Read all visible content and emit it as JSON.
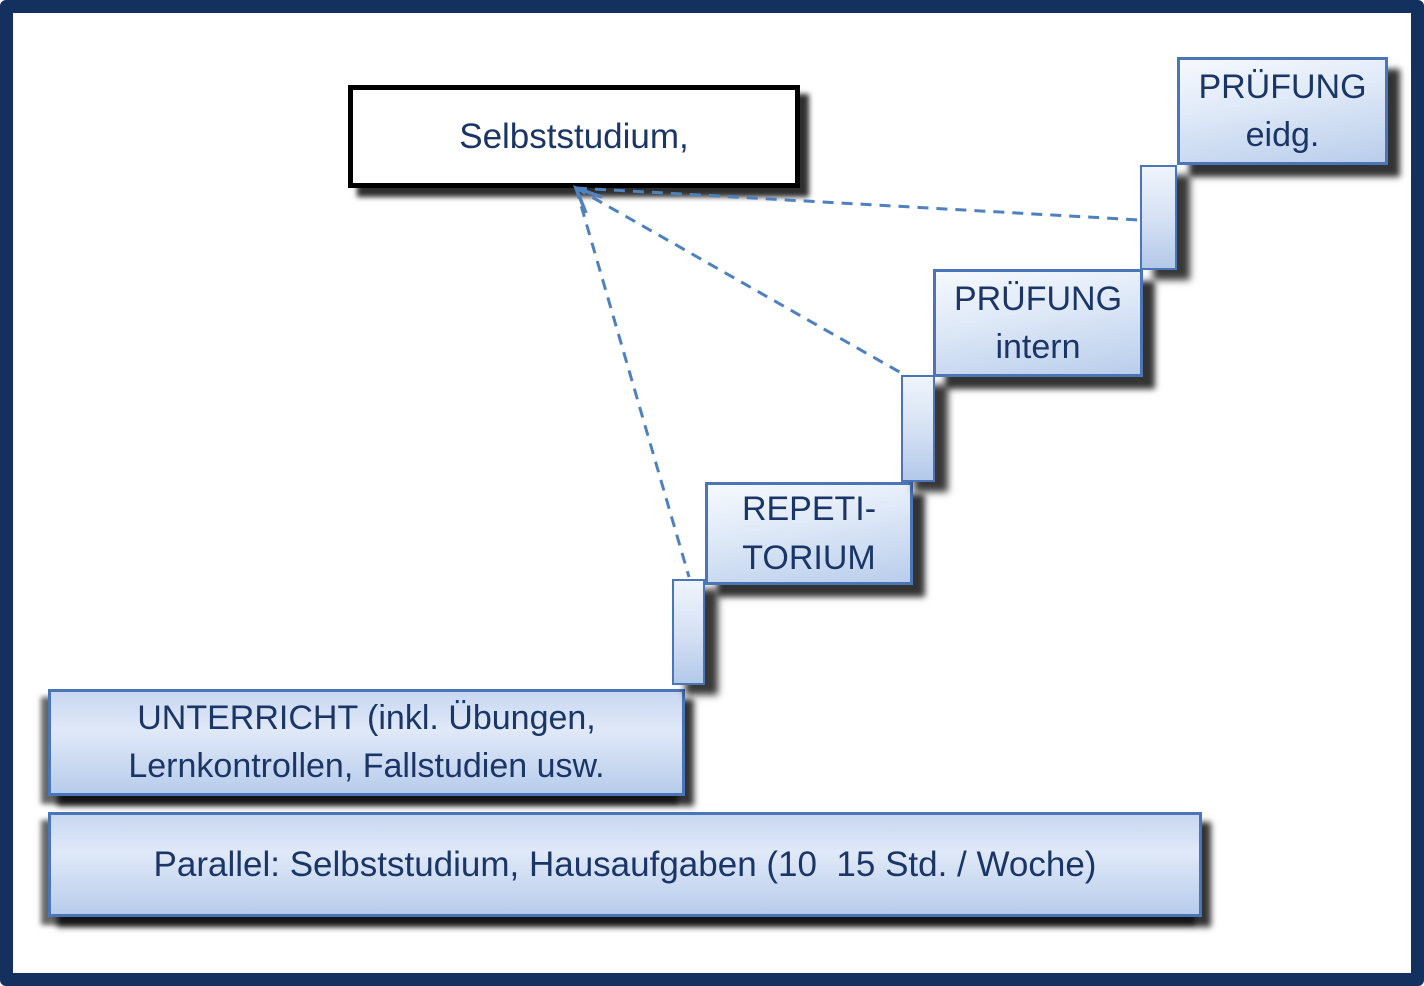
{
  "diagram": {
    "type": "staircase-training-path",
    "frame_color": "#14305f",
    "connector_color": "#4f81bd",
    "text_color": "#1b3666",
    "boxes": {
      "selbststudium": {
        "label": "Selbststudium,"
      },
      "pruefung_eidg": {
        "line1": "PRÜFUNG",
        "line2": "eidg."
      },
      "pruefung_intern": {
        "line1": "PRÜFUNG",
        "line2": "intern"
      },
      "repetitorium": {
        "line1": "REPETI-",
        "line2": "TORIUM"
      },
      "unterricht": {
        "line1": "UNTERRICHT (inkl. Übungen,",
        "line2": "Lernkontrollen, Fallstudien usw."
      },
      "parallel": {
        "label": "Parallel: Selbststudium, Hausaufgaben (10  15 Std. / Woche)"
      }
    },
    "connectors": {
      "style": "dashed",
      "from": "selbststudium-box-bottom",
      "targets": [
        "riser-above-unterricht",
        "riser-left-of-pruefung-intern",
        "riser-left-of-pruefung-eidg"
      ]
    }
  }
}
